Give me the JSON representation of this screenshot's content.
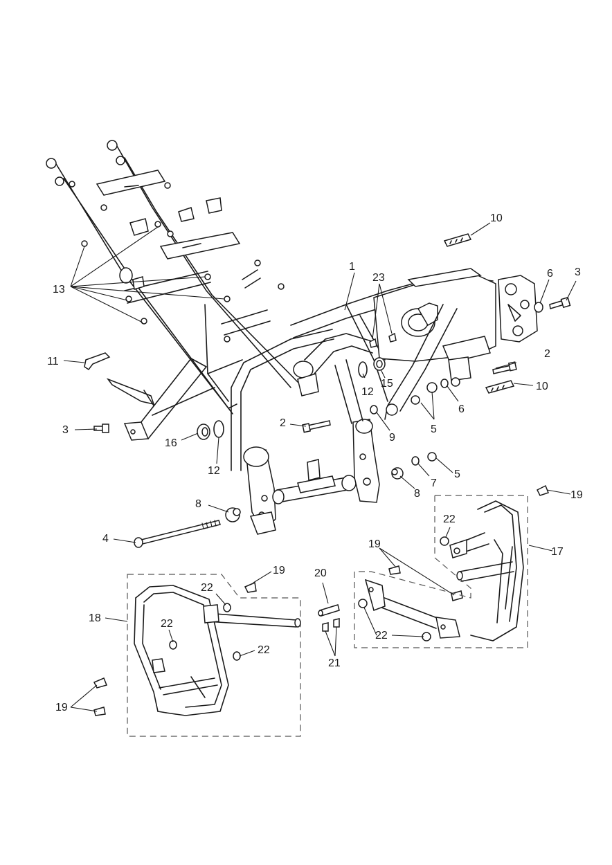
{
  "diagram": {
    "background": "#ffffff",
    "line_color": "#1a1a1a",
    "callouts": {
      "c1": "1",
      "c2a": "2",
      "c2b": "2",
      "c3a": "3",
      "c3b": "3",
      "c4": "4",
      "c5a": "5",
      "c5b": "5",
      "c6a": "6",
      "c6b": "6",
      "c7": "7",
      "c8a": "8",
      "c8b": "8",
      "c9": "9",
      "c10a": "10",
      "c10b": "10",
      "c11": "11",
      "c12a": "12",
      "c12b": "12",
      "c13": "13",
      "c15": "15",
      "c16": "16",
      "c17": "17",
      "c18": "18",
      "c19a": "19",
      "c19b": "19",
      "c19c": "19",
      "c19d": "19",
      "c20": "20",
      "c21": "21",
      "c22a": "22",
      "c22b": "22",
      "c22c": "22",
      "c22d": "22",
      "c22e": "22",
      "c23": "23"
    }
  }
}
